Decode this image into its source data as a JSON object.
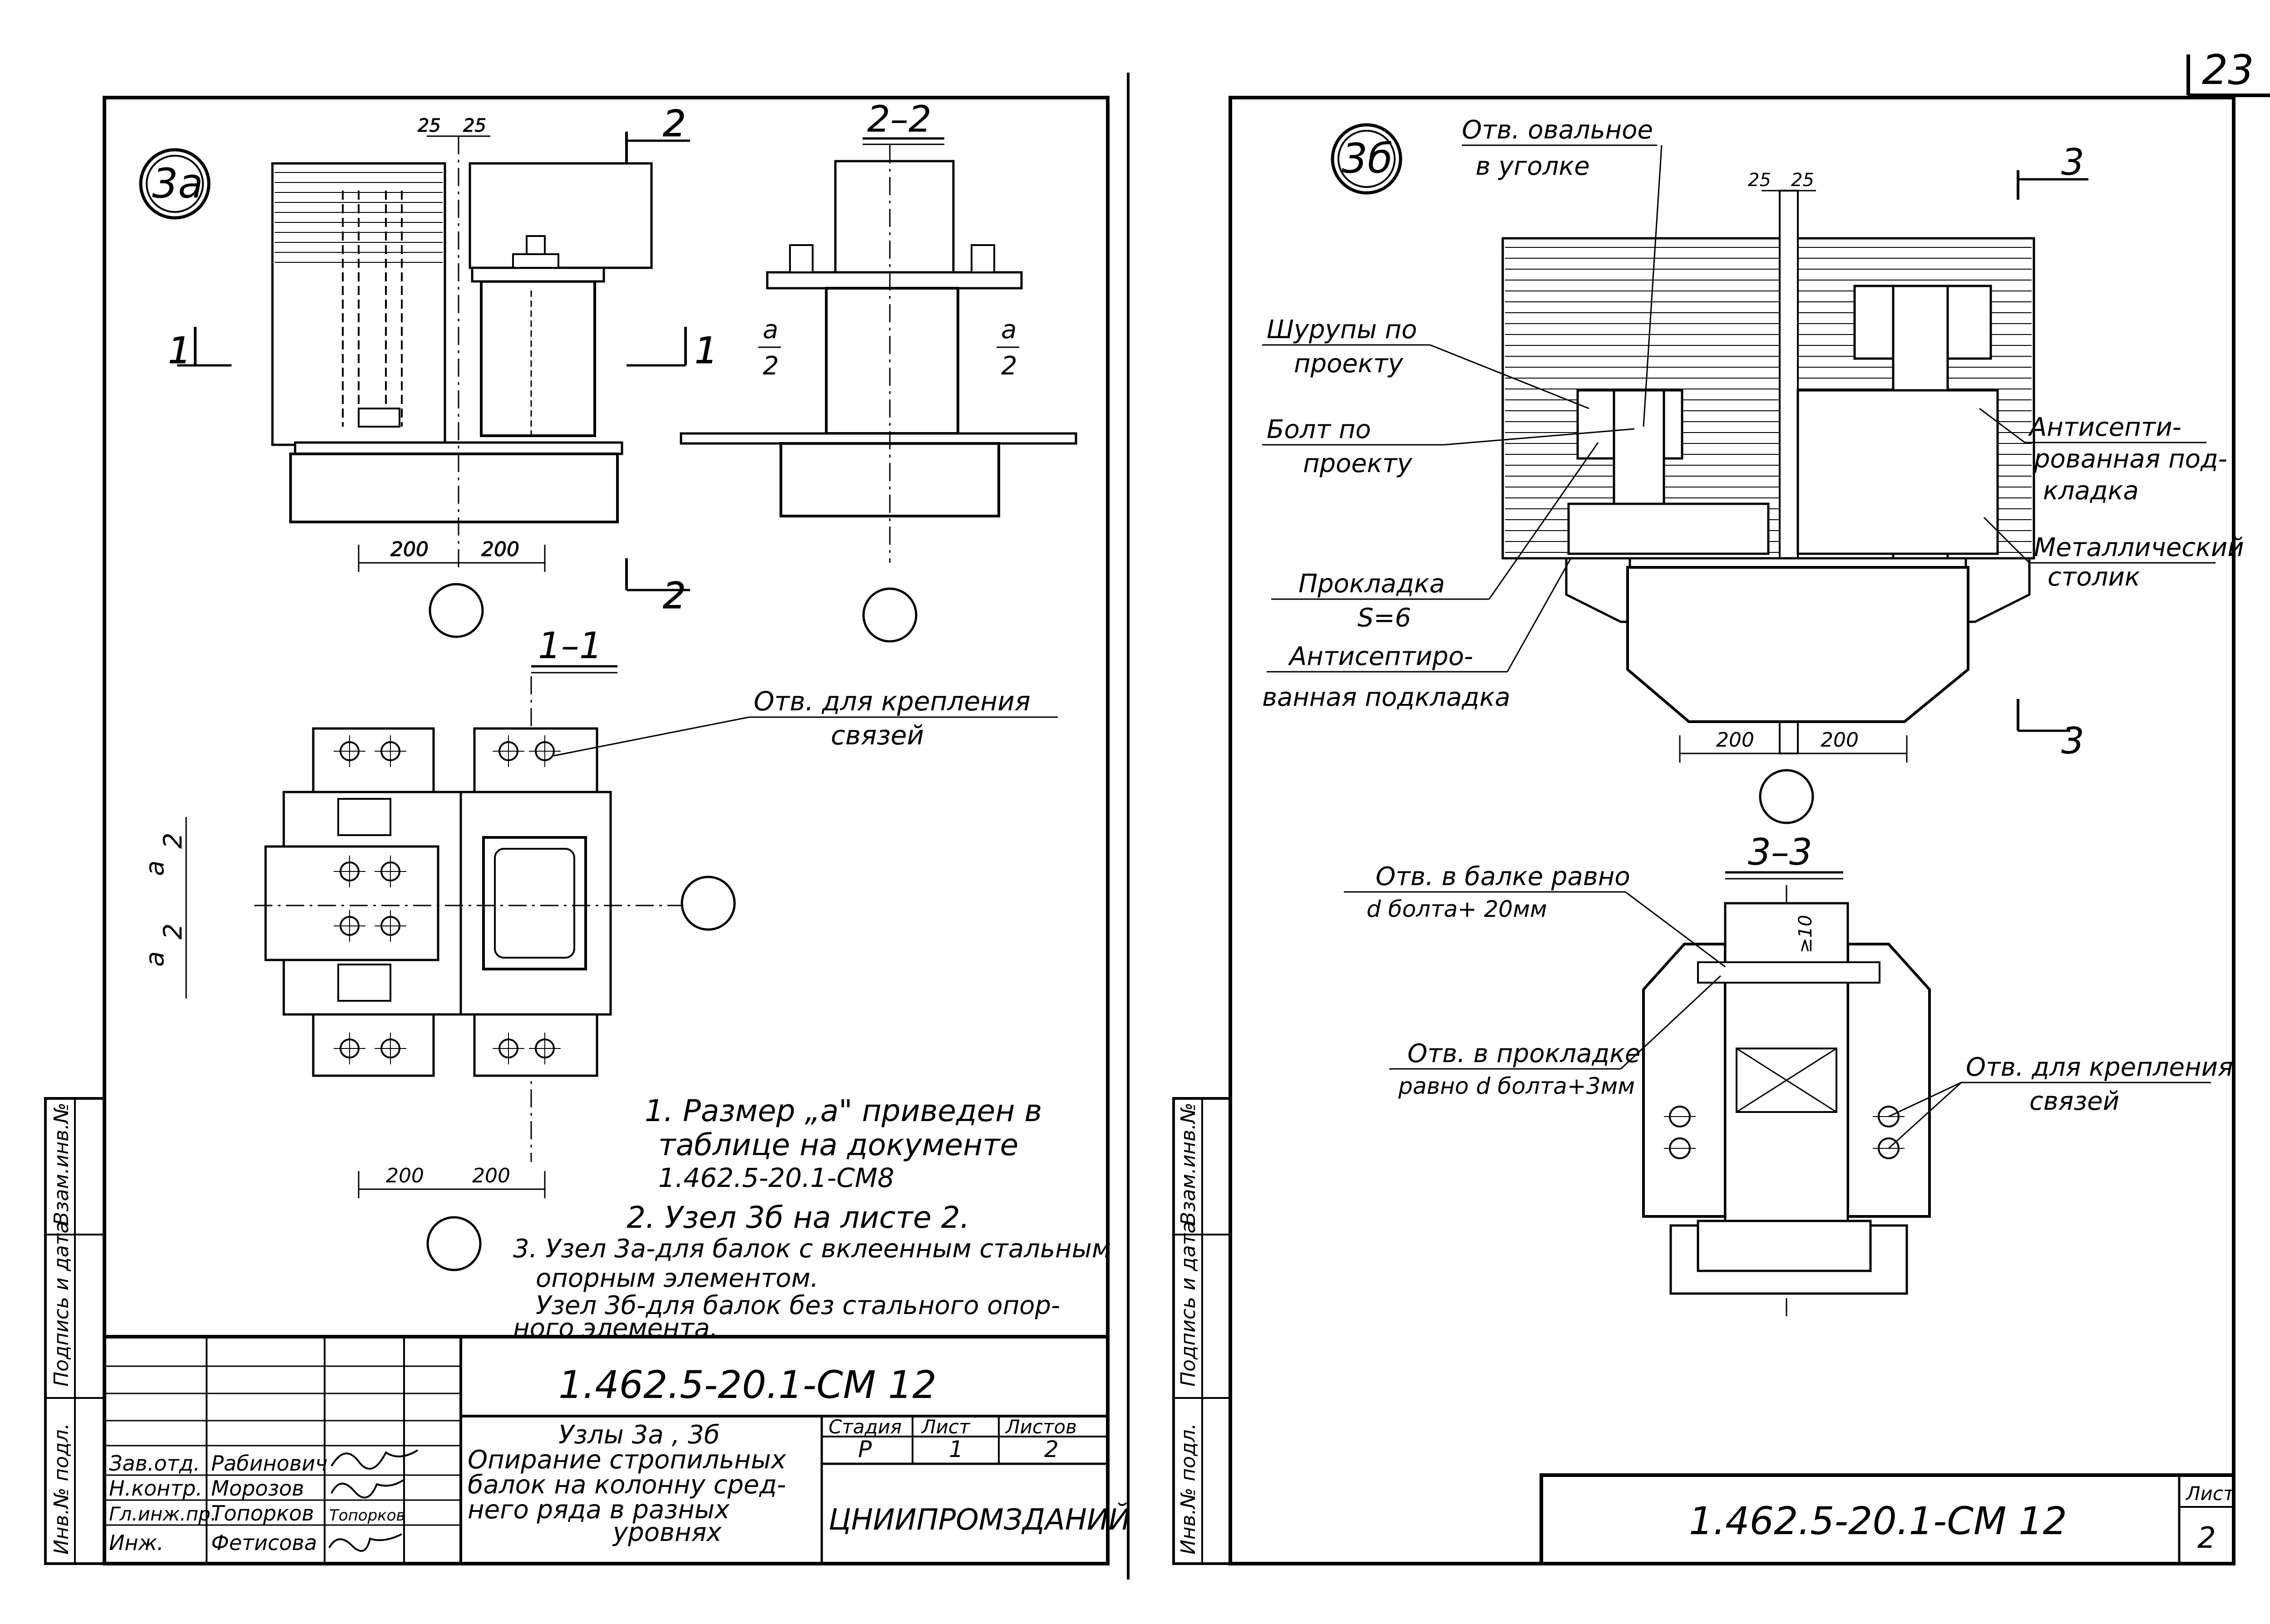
{
  "page_number": "23",
  "left_sheet": {
    "node_label": "3а",
    "section_2_mark": "2",
    "section_1_mark": "1",
    "dim_25_a": "25",
    "dim_25_b": "25",
    "dim_200_a": "200",
    "dim_200_b": "200",
    "dim_a": "а",
    "dim_2": "2",
    "section_22_title": "2–2",
    "section_11_title": "1–1",
    "callout_holes_l1": "Отв. для крепления",
    "callout_holes_l2": "связей",
    "dim_a_half": "а",
    "dim_a_half_den": "2",
    "notes": [
      "1. Размер „а\" приведен в",
      "таблице на документе",
      "1.462.5-20.1-СМ8",
      "2. Узел 3б на листе 2.",
      "3. Узел 3а-для балок с вклеенным стальным",
      "опорным элементом.",
      "Узел 3б-для балок без стального опор-",
      "ного элемента."
    ],
    "side_stamp": [
      "Инв.№ подл.",
      "Подпись и дата",
      "Взам.инв.№"
    ],
    "title_block": {
      "code": "1.462.5-20.1-СМ 12",
      "roles": [
        "Зав.отд.",
        "Н.контр.",
        "Гл.инж.пр.",
        "Инж."
      ],
      "names": [
        "Рабинович",
        "Морозов",
        "Топорков",
        "Фетисова"
      ],
      "signature_note": "Топорков",
      "title_lines": [
        "Узлы 3а , 3б",
        "Опирание стропильных",
        "балок на колонну сред-",
        "него ряда в разных",
        "уровнях"
      ],
      "stage_header": "Стадия",
      "sheet_header": "Лист",
      "sheets_header": "Листов",
      "stage": "Р",
      "sheet": "1",
      "sheets": "2",
      "org": "ЦНИИПРОМЗДАНИЙ"
    }
  },
  "right_sheet": {
    "node_label": "3б",
    "section_3_mark": "3",
    "dim_25_a": "25",
    "dim_25_b": "25",
    "dim_200_a": "200",
    "dim_200_b": "200",
    "section_33_title": "3–3",
    "labels": {
      "oval_hole_l1": "Отв. овальное",
      "oval_hole_l2": "в уголке",
      "screws_l1": "Шурупы по",
      "screws_l2": "проекту",
      "bolt_l1": "Болт по",
      "bolt_l2": "проекту",
      "pad_l1": "Прокладка",
      "pad_l2": "S=6",
      "antiseptic_l1": "Антисептиро-",
      "antiseptic_l2": "ванная подкладка",
      "antiseptic_r1": "Антисепти-",
      "antiseptic_r2": "рованная под-",
      "antiseptic_r3": "кладка",
      "column_l1": "Металлический",
      "column_l2": "столик",
      "beam_hole_l1": "Отв. в балке равно",
      "beam_hole_l2": "d болта+ 20мм",
      "pad_hole_l1": "Отв. в прокладке",
      "pad_hole_l2": "равно d болта+3мм",
      "brace_hole_l1": "Отв. для крепления",
      "brace_hole_l2": "связей",
      "gap": "≥10"
    },
    "side_stamp": [
      "Инв.№ подл.",
      "Подпись и дата",
      "Взам.инв.№"
    ],
    "title_block": {
      "code": "1.462.5-20.1-СМ 12",
      "sheet_header": "Лист",
      "sheet": "2"
    }
  }
}
